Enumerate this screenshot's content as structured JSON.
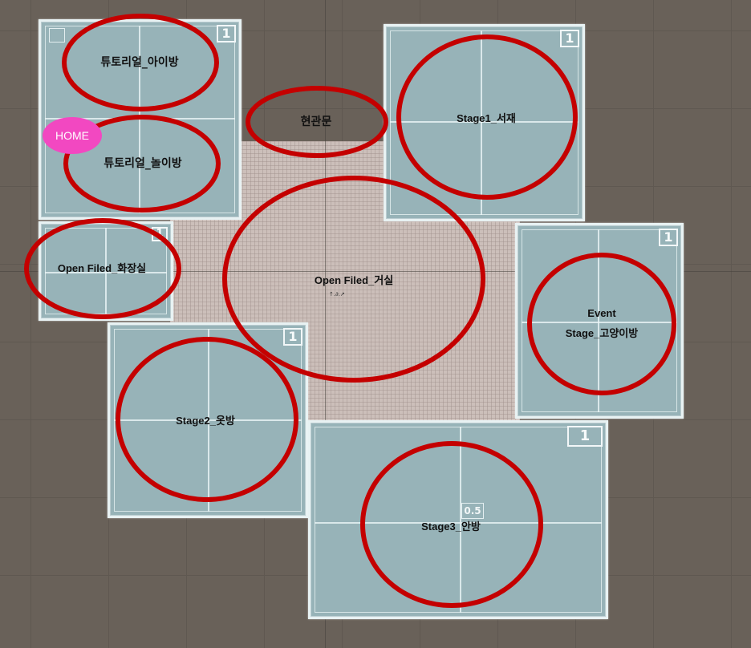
{
  "scene": {
    "rooms": [
      {
        "id": "tutorial-kids-room",
        "label": "튜토리얼_아이방",
        "badge": "1"
      },
      {
        "id": "tutorial-playroom",
        "label": "튜토리얼_놀이방"
      },
      {
        "id": "stage1-study",
        "label": "Stage1_서재",
        "badge": "1"
      },
      {
        "id": "bathroom",
        "label": "Open Filed_화장실",
        "badge": "1"
      },
      {
        "id": "living-room",
        "label": "Open Filed_거실"
      },
      {
        "id": "cat-room",
        "label_line1": "Event",
        "label_line2": "Stage_고양이방",
        "badge": "1"
      },
      {
        "id": "stage2-dressroom",
        "label": "Stage2_옷방",
        "badge": "1"
      },
      {
        "id": "stage3-master",
        "label": "Stage3_안방",
        "badge": "1",
        "sub_badge": "0.5"
      }
    ],
    "entrance_label": "현관문",
    "home_button": "HOME",
    "floor_marker": "↑.∂.↗",
    "colors": {
      "background": "#696159",
      "room_fill": "#97b3b8",
      "room_border": "#e8f2f3",
      "floor": "#ccbfba",
      "ellipse_stroke": "#c40000",
      "home_fill": "#f248c1"
    }
  }
}
